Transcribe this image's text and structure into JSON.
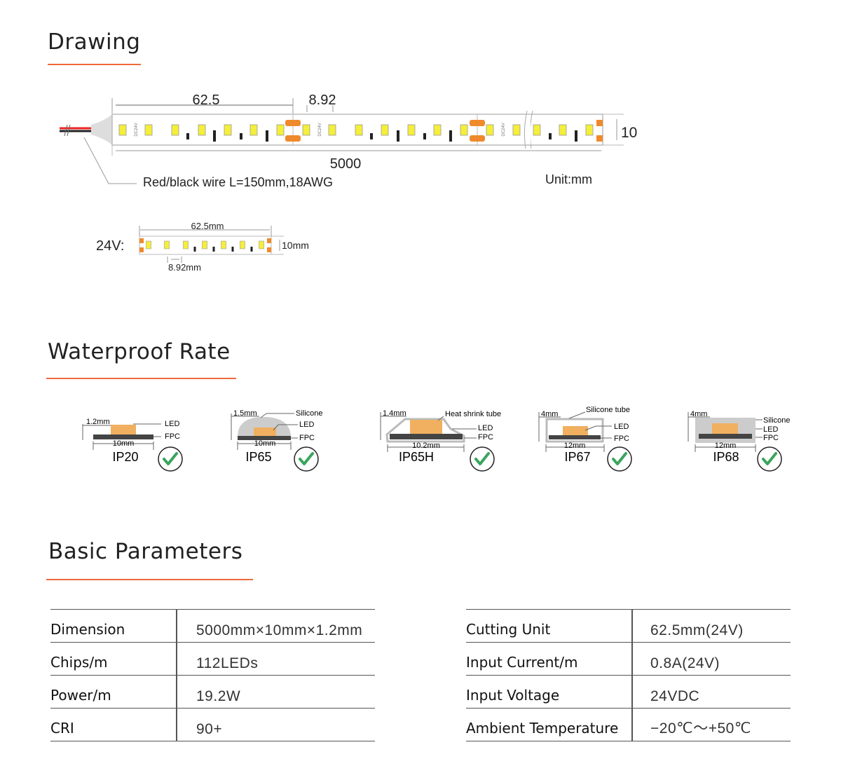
{
  "sections": {
    "drawing": "Drawing",
    "waterproof": "Waterproof Rate",
    "parameters": "Basic Parameters"
  },
  "drawing": {
    "segment_length": "62.5",
    "led_pitch": "8.92",
    "total_length": "5000",
    "width": "10",
    "wire_note": "Red/black wire L=150mm,18AWG",
    "unit": "Unit:mm",
    "strip_marking": "DC24V",
    "small": {
      "voltage_label": "24V:",
      "segment_length": "62.5mm",
      "width": "10mm",
      "led_pitch": "8.92mm"
    }
  },
  "waterproof": [
    {
      "rating": "IP20",
      "thickness": "1.2mm",
      "width": "10mm",
      "labels": [
        "LED",
        "FPC"
      ],
      "supported": true
    },
    {
      "rating": "IP65",
      "thickness": "1.5mm",
      "width": "10mm",
      "labels": [
        "Silicone",
        "LED",
        "FPC"
      ],
      "supported": true
    },
    {
      "rating": "IP65H",
      "thickness": "1.4mm",
      "width": "10.2mm",
      "labels": [
        "Heat shrink tube",
        "LED",
        "FPC"
      ],
      "supported": true
    },
    {
      "rating": "IP67",
      "thickness": "4mm",
      "width": "12mm",
      "labels": [
        "Silicone tube",
        "LED",
        "FPC"
      ],
      "supported": true
    },
    {
      "rating": "IP68",
      "thickness": "4mm",
      "width": "12mm",
      "labels": [
        "Silicone",
        "LED",
        "FPC"
      ],
      "supported": true
    }
  ],
  "parameters": {
    "left": [
      {
        "label": "Dimension",
        "value": "5000mm×10mm×1.2mm"
      },
      {
        "label": "Chips/m",
        "value": "112LEDs"
      },
      {
        "label": "Power/m",
        "value": "19.2W"
      },
      {
        "label": "CRI",
        "value": "90+"
      }
    ],
    "right": [
      {
        "label": "Cutting Unit",
        "value": "62.5mm(24V)"
      },
      {
        "label": "Input Current/m",
        "value": "0.8A(24V)"
      },
      {
        "label": "Input Voltage",
        "value": "24VDC"
      },
      {
        "label": "Ambient Temperature",
        "value": "−20℃～+50℃"
      }
    ]
  },
  "colors": {
    "accent": "#ee6a3a",
    "led": "#f5ee3a",
    "pad": "#ef8a2c",
    "check": "#3aa55c",
    "chip": "#f0b060"
  }
}
